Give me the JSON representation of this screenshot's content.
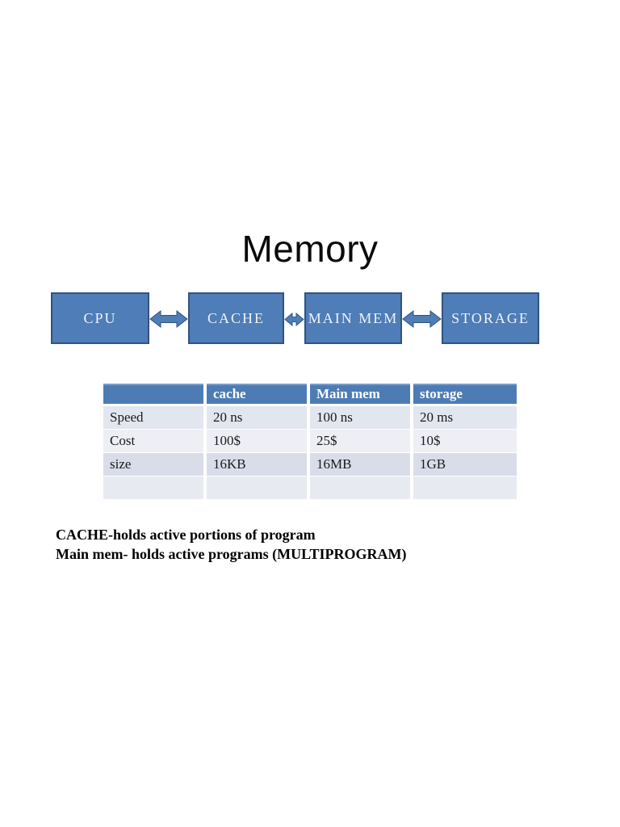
{
  "slide": {
    "title": "Memory"
  },
  "diagram": {
    "boxes": [
      {
        "label": "CPU"
      },
      {
        "label": "CACHE"
      },
      {
        "label": "MAIN MEM"
      },
      {
        "label": "STORAGE"
      }
    ]
  },
  "table": {
    "headers": [
      "",
      "cache",
      "Main mem",
      "storage"
    ],
    "rows": [
      [
        "Speed",
        "20 ns",
        "100 ns",
        "20 ms"
      ],
      [
        "Cost",
        "100$",
        "25$",
        "10$"
      ],
      [
        "size",
        "16KB",
        "16MB",
        "1GB"
      ],
      [
        "",
        "",
        "",
        ""
      ]
    ]
  },
  "notes": {
    "lines": [
      "CACHE-holds active portions of program",
      "Main mem- holds active programs (MULTIPROGRAM)"
    ]
  },
  "colors": {
    "box_fill": "#4e7db7",
    "box_border": "#2f5382",
    "arrow_fill": "#4e7db7",
    "table_header_fill": "#4d7cb5",
    "row_band_1": "#e2e6ef",
    "row_band_2": "#edeff5",
    "row_band_3": "#d8dde9",
    "row_band_4": "#e7eaf1"
  }
}
